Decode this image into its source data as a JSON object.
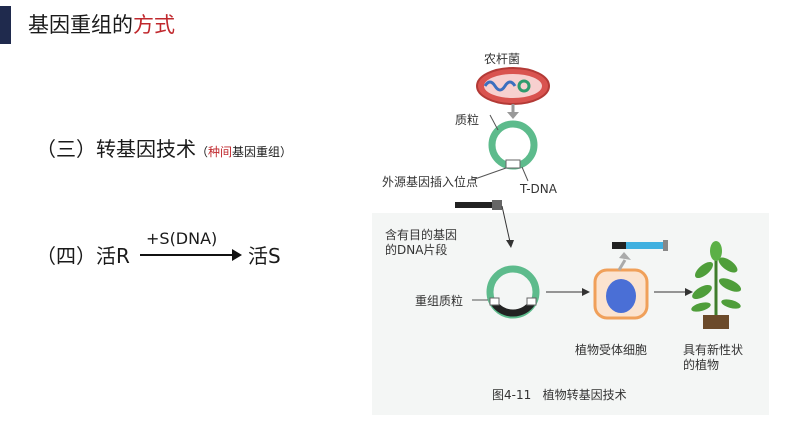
{
  "slide": {
    "title_main": "基因重组的",
    "title_highlight": "方式",
    "item3": {
      "label": "（三）转基因技术",
      "note_open": "（",
      "note_red": "种间",
      "note_rest": "基因重组）"
    },
    "item4": {
      "prefix": "（四）活R",
      "arrow_label": "+S(DNA)",
      "suffix": "活S"
    }
  },
  "figure": {
    "labels": {
      "bacterium": "农杆菌",
      "plasmid": "质粒",
      "insertion_site": "外源基因插入位点",
      "tdna": "T-DNA",
      "target_gene": [
        "含有目的基因",
        "的DNA片段"
      ],
      "recombinant_plasmid": "重组质粒",
      "recipient_cell": "植物受体细胞",
      "new_plant": [
        "具有新性状",
        "的植物"
      ]
    },
    "caption": "图4-11   植物转基因技术"
  },
  "colors": {
    "accent_bar": "#1f2a4d",
    "highlight_red": "#c0282d",
    "plasmid_green": "#5dbb8c",
    "bacterium_red": "#d9534f",
    "cell_orange": "#f0a05a",
    "nucleus_blue": "#4a6fd6",
    "plant_green": "#4f9e3a"
  }
}
